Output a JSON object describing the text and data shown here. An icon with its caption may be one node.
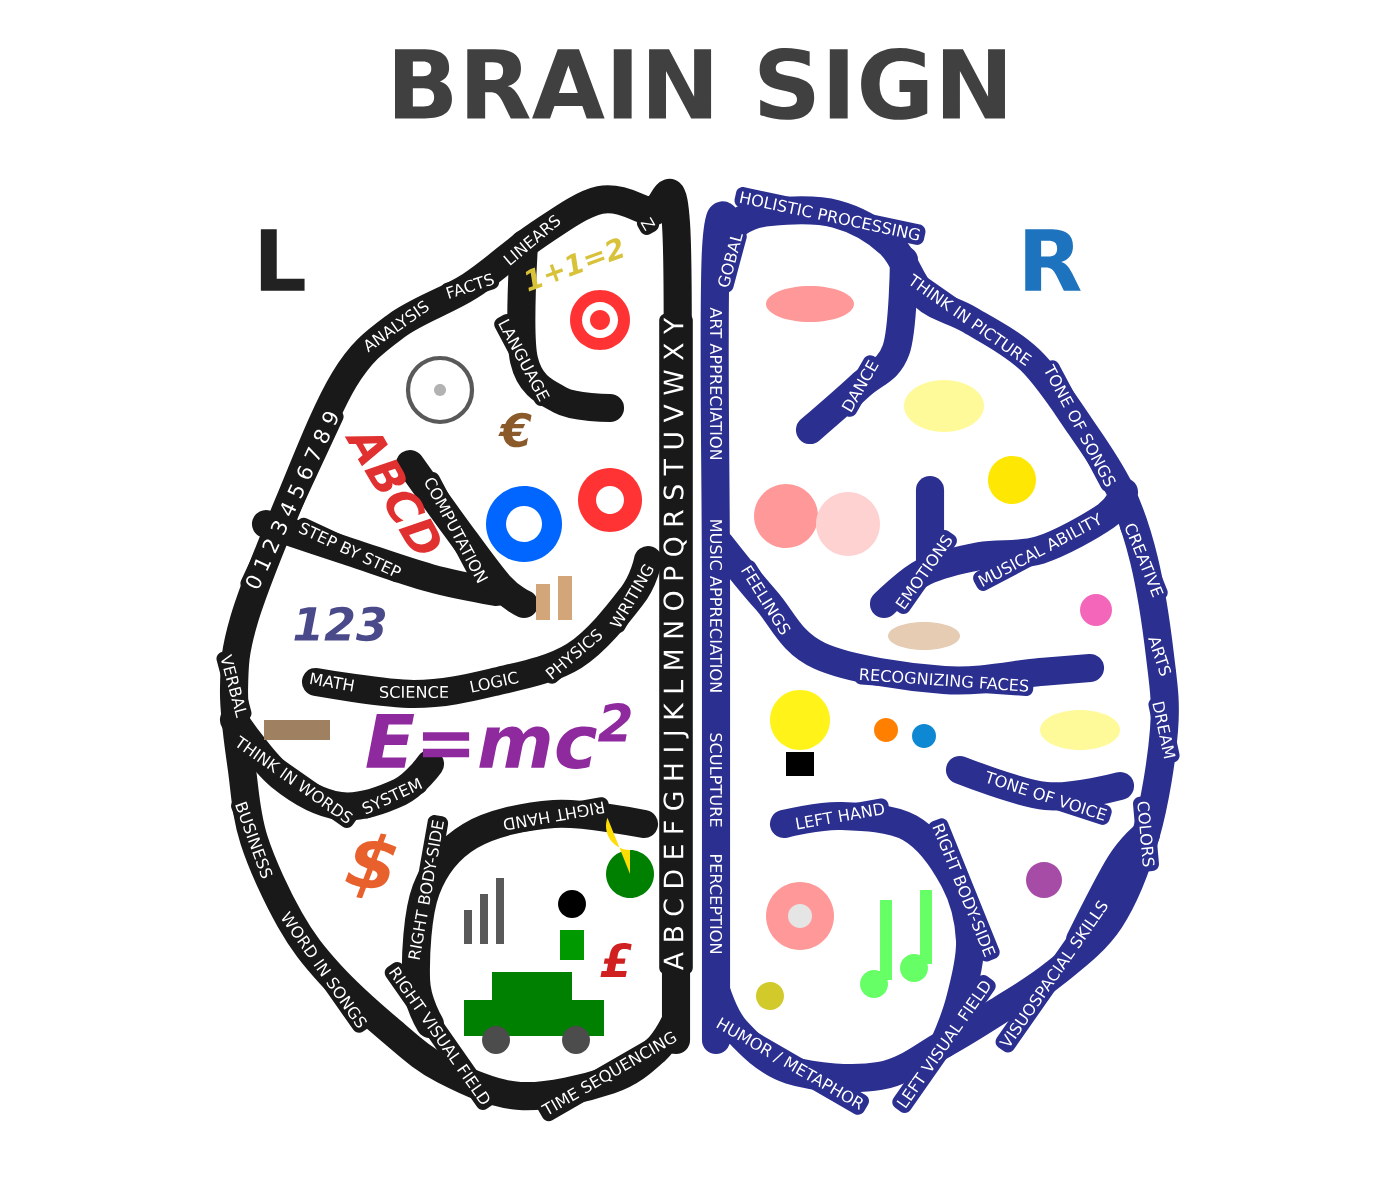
{
  "diagram": {
    "title": "BRAIN SIGN",
    "labels": [
      "L",
      "R",
      "LINEARS",
      "FACTS",
      "ANALYSIS",
      "0 1 2 3 4 5 6 7 8 9",
      "Z",
      "A B C D E F G H I J K L M N O P Q R S T U V W X Y",
      "LANGUAGE",
      "STEP BY STEP",
      "COMPUTATION",
      "WRITING",
      "PHYSICS",
      "LOGIC",
      "SCIENCE",
      "MATH",
      "VERBAL",
      "THINK IN WORDS",
      "SYSTEM",
      "BUSINESS",
      "WORD IN SONGS",
      "RIGHT HAND",
      "RIGHT BODY-SIDE",
      "RIGHT VISUAL FIELD",
      "TIME SEQUENCING",
      "GOBAL",
      "HOLISTIC PROCESSING",
      "THINK IN PICTURE",
      "TONE OF SONGS",
      "CREATIVE",
      "ARTS",
      "DREAM",
      "COLORS",
      "VISUOSPACIAL SKILLS",
      "LEFT VISUAL FIELD",
      "HUMOR / METAPHOR",
      "ART APPRECIATION",
      "MUSIC APPRECIATION",
      "SCULPTURE",
      "PERCEPTION",
      "DANCE",
      "FEELINGS",
      "EMOTIONS",
      "MUSICAL ABILITY",
      "RECOGNIZING FACES",
      "TONE OF VOICE",
      "LEFT HAND",
      "RIGHT BODY-SIDE",
      "1+1=2",
      "ABCD",
      "123",
      "E=mc$^{2}$",
      "€",
      "$",
      "£"
    ]
  }
}
